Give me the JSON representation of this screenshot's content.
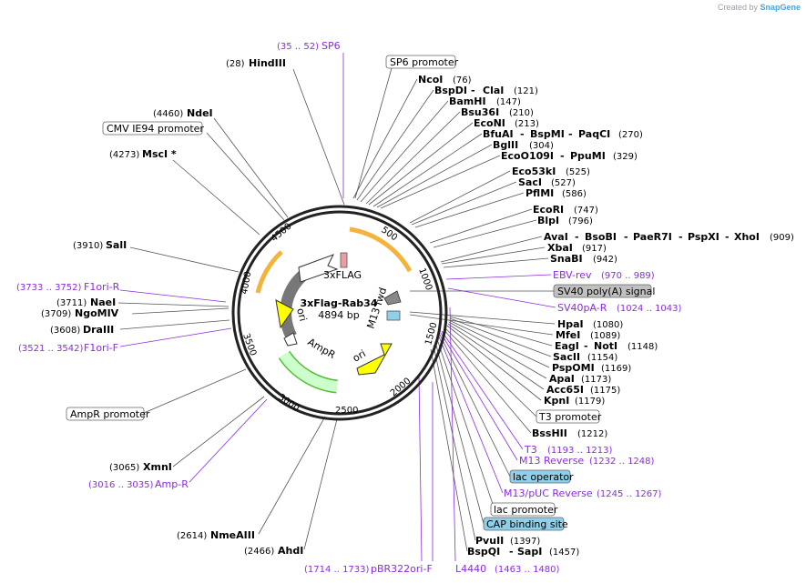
{
  "watermark": {
    "prefix": "Created by",
    "brand": "SnapGene"
  },
  "plasmid": {
    "name": "3xFlag-Rab34",
    "size": "4894 bp"
  },
  "colors": {
    "primer": "#8a2be2",
    "enzyme": "#000000",
    "feature_arrow": "#f3b33d",
    "ampr": "#ccffcc",
    "ori": "#ffff00",
    "flag": "#e79fa5",
    "lac": "#8fcfe8"
  },
  "ticks": [
    "500",
    "1000",
    "1500",
    "2000",
    "2500",
    "3000",
    "3500",
    "4000",
    "4500"
  ],
  "features_in_ring": {
    "flag": "3xFLAG",
    "ori": "ori",
    "ampr": "AmpR",
    "f1ori": "f1 ori",
    "m13": "M13 fwd"
  },
  "labels": {
    "sp6_primer": {
      "text": "SP6",
      "pos": "(35 .. 52)"
    },
    "sp6_promoter": "SP6 promoter",
    "hindiii": {
      "text": "HindIII",
      "pos": "(28)"
    },
    "ndei": {
      "text": "NdeI",
      "pos": "(4460)"
    },
    "cmv": "CMV IE94 promoter",
    "msci": {
      "text": "MscI *",
      "pos": "(4273)"
    },
    "sali": {
      "text": "SalI",
      "pos": "(3910)"
    },
    "f1ori_r": {
      "text": "F1ori-R",
      "pos": "(3733 .. 3752)"
    },
    "naei": {
      "text": "NaeI",
      "pos": "(3711)"
    },
    "ngomiv": {
      "text": "NgoMIV",
      "pos": "(3709)"
    },
    "draiii": {
      "text": "DraIII",
      "pos": "(3608)"
    },
    "f1ori_f": {
      "text": "F1ori-F",
      "pos": "(3521 .. 3542)"
    },
    "ampr_prom": "AmpR promoter",
    "xmni": {
      "text": "XmnI",
      "pos": "(3065)"
    },
    "amp_r": {
      "text": "Amp-R",
      "pos": "(3016 .. 3035)"
    },
    "nmeaiii": {
      "text": "NmeAIII",
      "pos": "(2614)"
    },
    "ahdi": {
      "text": "AhdI",
      "pos": "(2466)"
    },
    "pbr": {
      "text": "pBR322ori-F",
      "pos": "(1714 .. 1733)"
    },
    "l4440": {
      "text": "L4440",
      "pos": "(1463 .. 1480)"
    },
    "ncoi": {
      "text": "NcoI",
      "pos": "(76)"
    },
    "bspdi": {
      "text": "BspDI",
      "sep": "-",
      "text2": "ClaI",
      "pos": "(121)"
    },
    "bamhi": {
      "text": "BamHI",
      "pos": "(147)"
    },
    "bsu36i": {
      "text": "Bsu36I",
      "pos": "(210)"
    },
    "econi": {
      "text": "EcoNI",
      "pos": "(213)"
    },
    "bfuai": {
      "text": "BfuAI",
      "sep": "-",
      "text2": "BspMI",
      "sep2": "-",
      "text3": "PaqCI",
      "pos": "(270)"
    },
    "bglii": {
      "text": "BglII",
      "pos": "(304)"
    },
    "ecoo109i": {
      "text": "EcoO109I",
      "sep": "-",
      "text2": "PpuMI",
      "pos": "(329)"
    },
    "eco53ki": {
      "text": "Eco53kI",
      "pos": "(525)"
    },
    "saci": {
      "text": "SacI",
      "pos": "(527)"
    },
    "pflmi": {
      "text": "PflMI",
      "pos": "(586)"
    },
    "ecori": {
      "text": "EcoRI",
      "pos": "(747)"
    },
    "blpi": {
      "text": "BlpI",
      "pos": "(796)"
    },
    "avai": {
      "text": "AvaI",
      "sep": "-",
      "text2": "BsoBI",
      "sep2": "-",
      "text3": "PaeR7I",
      "sep3": "-",
      "text4": "PspXI",
      "sep4": "-",
      "text5": "XhoI",
      "pos": "(909)"
    },
    "xbai": {
      "text": "XbaI",
      "pos": "(917)"
    },
    "snabi": {
      "text": "SnaBI",
      "pos": "(942)"
    },
    "ebv": {
      "text": "EBV-rev",
      "pos": "(970 .. 989)"
    },
    "sv40_signal": "SV40 poly(A) signal",
    "sv40pa": {
      "text": "SV40pA-R",
      "pos": "(1024 .. 1043)"
    },
    "hpai": {
      "text": "HpaI",
      "pos": "(1080)"
    },
    "mfei": {
      "text": "MfeI",
      "pos": "(1089)"
    },
    "eagi": {
      "text": "EagI",
      "sep": "-",
      "text2": "NotI",
      "pos": "(1148)"
    },
    "sacii": {
      "text": "SacII",
      "pos": "(1154)"
    },
    "pspomi": {
      "text": "PspOMI",
      "pos": "(1169)"
    },
    "apai": {
      "text": "ApaI",
      "pos": "(1173)"
    },
    "acc65i": {
      "text": "Acc65I",
      "pos": "(1175)"
    },
    "kpni": {
      "text": "KpnI",
      "pos": "(1179)"
    },
    "t3_prom": "T3 promoter",
    "bsshii": {
      "text": "BssHII",
      "pos": "(1212)"
    },
    "t3": {
      "text": "T3",
      "pos": "(1193 .. 1213)"
    },
    "m13rev": {
      "text": "M13 Reverse",
      "pos": "(1232 .. 1248)"
    },
    "lac_op": "lac operator",
    "m13puc": {
      "text": "M13/pUC Reverse",
      "pos": "(1245 .. 1267)"
    },
    "lac_prom": "lac promoter",
    "cap": "CAP binding site",
    "pvuii": {
      "text": "PvuII",
      "pos": "(1397)"
    },
    "bspqi": {
      "text": "BspQI",
      "sep": "-",
      "text2": "SapI",
      "pos": "(1457)"
    }
  }
}
